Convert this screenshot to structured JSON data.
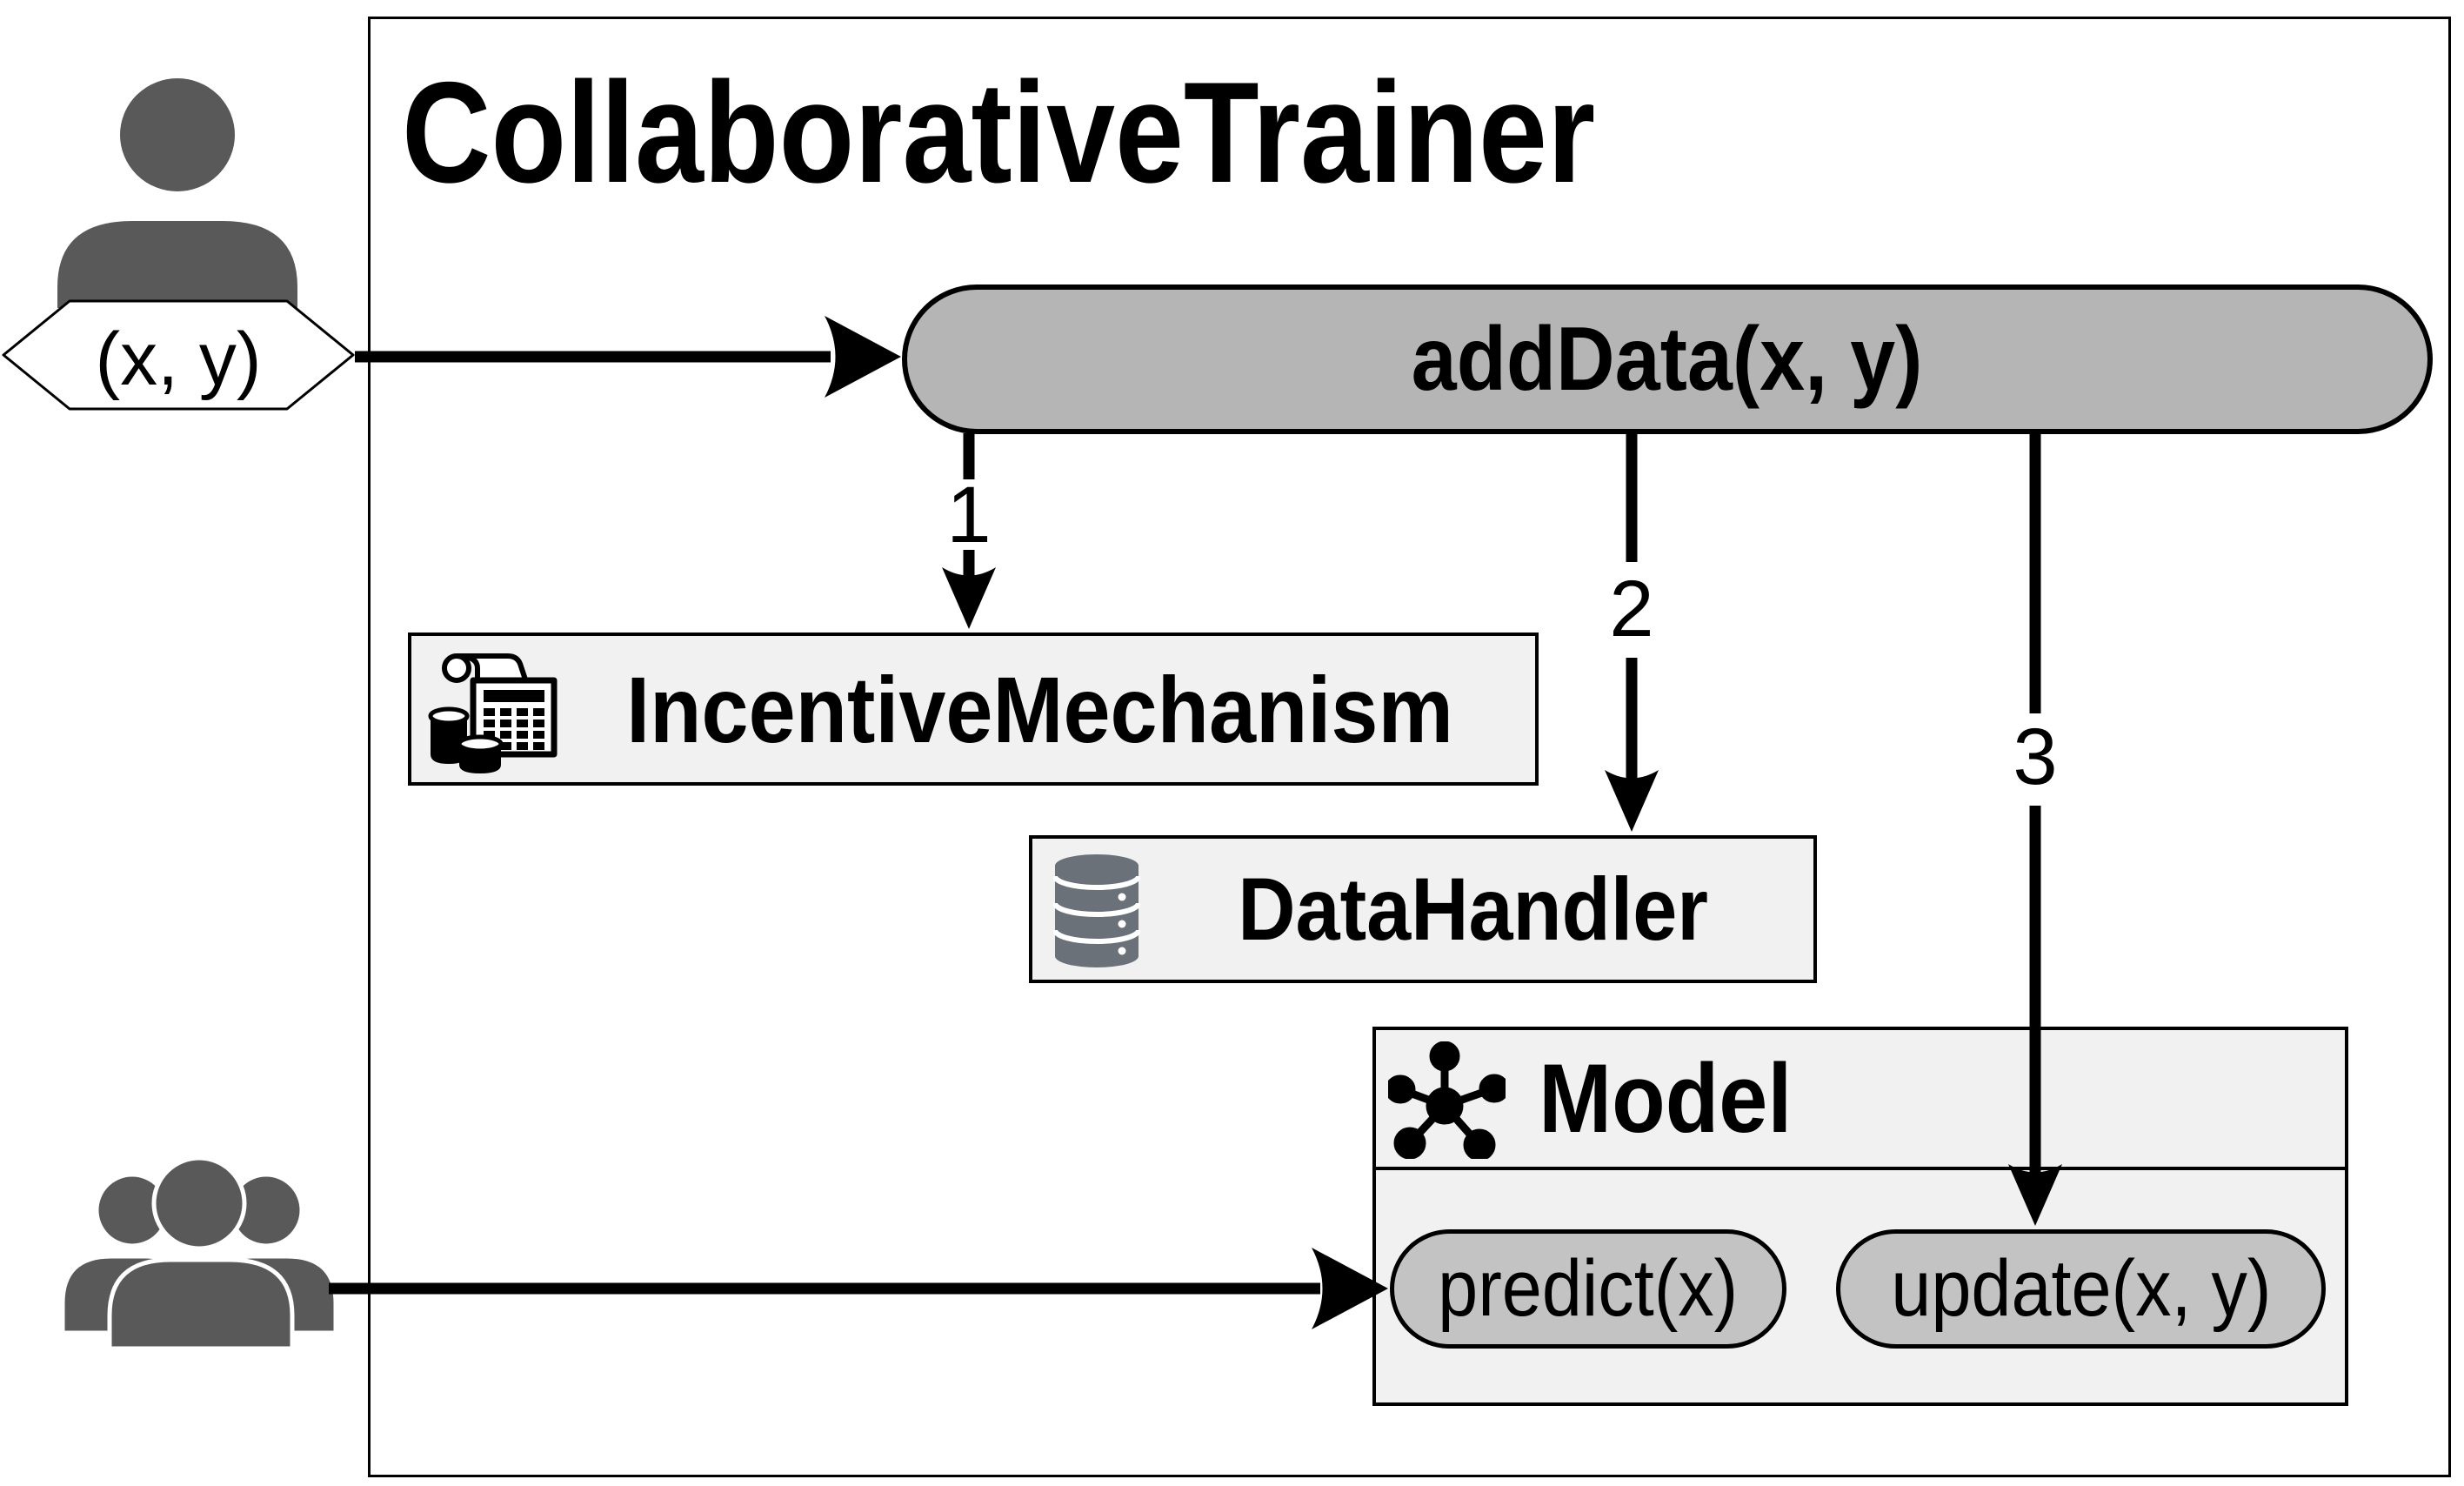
{
  "diagram": {
    "title": "CollaborativeTrainer",
    "input_badge": "(x, y)",
    "add_data_method": "addData(x, y)",
    "steps": {
      "one": "1",
      "two": "2",
      "three": "3"
    },
    "incentive": {
      "label": "IncentiveMechanism"
    },
    "data_handler": {
      "label": "DataHandler"
    },
    "model": {
      "label": "Model",
      "predict_method": "predict(x)",
      "update_method": "update(x, y)"
    },
    "icons": {
      "single_user": "user-icon",
      "user_group": "users-group-icon",
      "incentive": "calculator-coins-icon",
      "data_handler": "database-icon",
      "model": "network-model-icon"
    },
    "colors": {
      "method_pill": "#b5b5b5",
      "inner_pill": "#c3c3c3",
      "component_box": "#f1f1f1",
      "person": "#595959",
      "database_icon": "#6a7178",
      "outline": "#000000",
      "background": "#ffffff"
    }
  }
}
